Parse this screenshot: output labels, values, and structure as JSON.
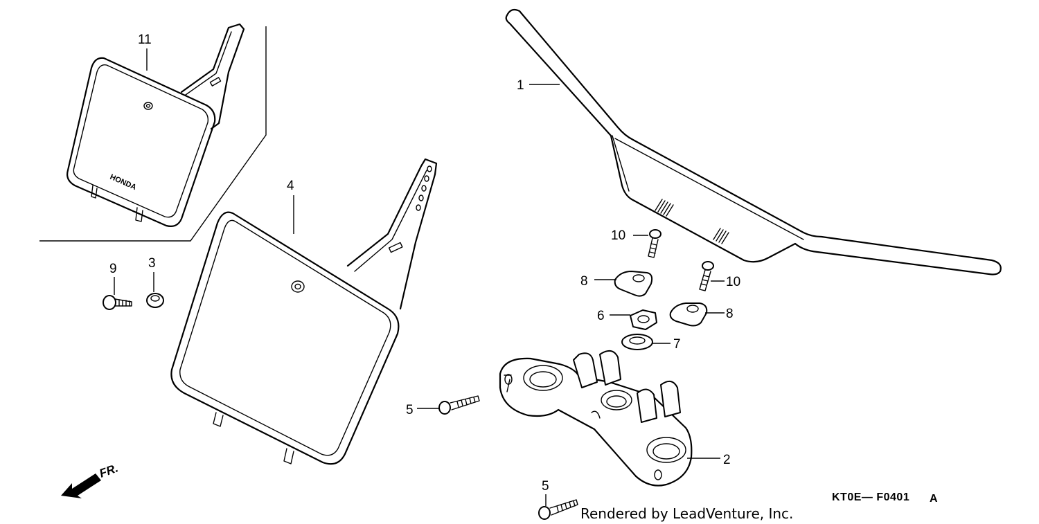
{
  "diagram": {
    "part_code": "KT0E— F0401",
    "part_code_suffix": "A",
    "credit": "Rendered by LeadVenture, Inc.",
    "front_marker": "FR.",
    "brand_mark": "HONDA",
    "callouts": {
      "c1": "1",
      "c2": "2",
      "c3": "3",
      "c4": "4",
      "c5a": "5",
      "c5b": "5",
      "c6": "6",
      "c7": "7",
      "c8a": "8",
      "c8b": "8",
      "c9": "9",
      "c10a": "10",
      "c10b": "10",
      "c11": "11"
    }
  }
}
